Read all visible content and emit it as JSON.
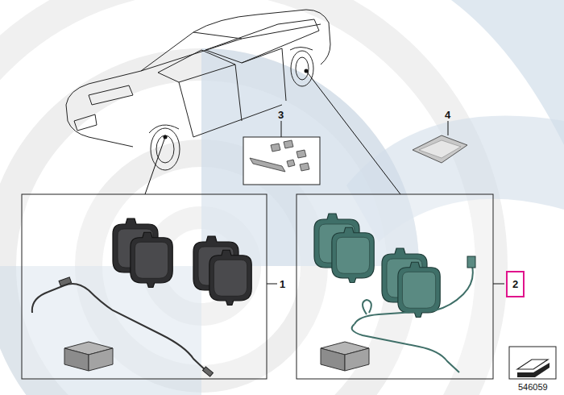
{
  "diagram": {
    "labels": [
      "3",
      "4",
      "1",
      "2",
      "546059"
    ]
  }
}
